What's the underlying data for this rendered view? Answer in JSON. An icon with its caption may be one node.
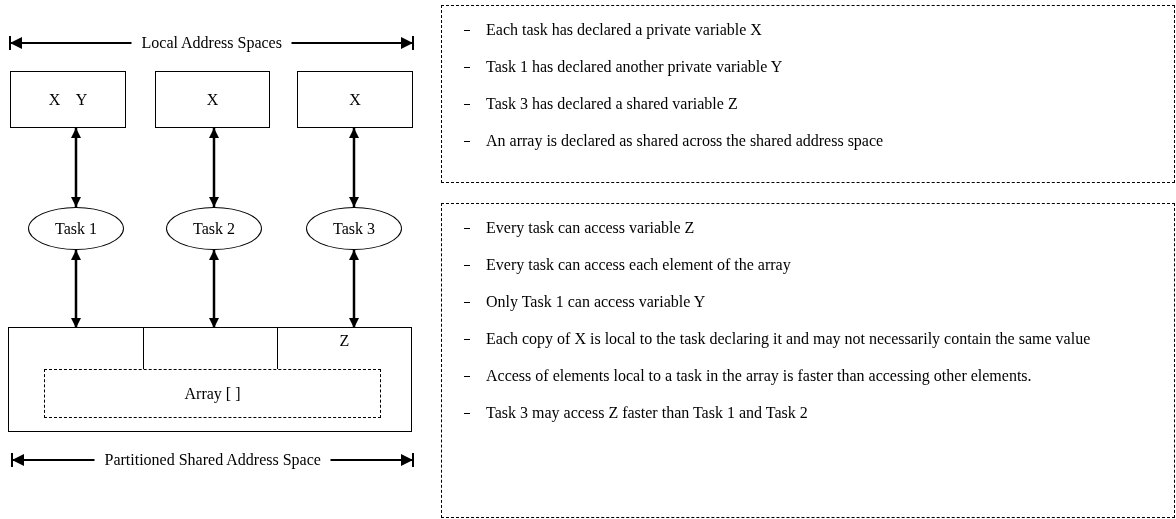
{
  "diagram": {
    "nodes": [
      {
        "text": [
          "X Y"
        ]
      },
      {
        "text": [
          "X"
        ]
      },
      {
        "text": [
          "X"
        ]
      },
      {
        "text": [
          "Task 1"
        ]
      },
      {
        "text": [
          "Task 2"
        ]
      },
      {
        "text": [
          "Task 3"
        ]
      },
      {
        "text": [],
        "shape": "box"
      },
      {
        "text": [],
        "shape": "box",
        "in": 6
      },
      {
        "text": [],
        "shape": "box",
        "in": 6
      },
      {
        "text": [
          "Z"
        ],
        "in": 6
      },
      {
        "text": [
          "Array [ ]"
        ],
        "in": 6
      },
      {
        "text": [
          "Each task has declared a private variable X",
          "Task 1 has  declared another private variable Y",
          "Task 3 has declared a shared variable Z",
          "An array is declared as shared across the shared address space"
        ]
      },
      {
        "text": [
          "Every task can access variable Z",
          "Every task can access each element of the array",
          "Only Task 1 can access variable Y",
          "Each copy of X is local to the task declaring it and may not necessarily contain the same value",
          "Access of elements local to a task in the array is faster than accessing other elements.",
          "Task 3 may access Z faster than Task 1 and Task 2"
        ]
      }
    ],
    "edges": [
      {
        "from": 0,
        "to": 3,
        "arrow": "both"
      },
      {
        "from": 1,
        "to": 4,
        "arrow": "both"
      },
      {
        "from": 2,
        "to": 5,
        "arrow": "both"
      },
      {
        "from": 3,
        "to": 7,
        "arrow": "both"
      },
      {
        "from": 4,
        "to": 8,
        "arrow": "both"
      },
      {
        "from": 5,
        "to": 9,
        "arrow": "both"
      }
    ],
    "labels": [
      "Local Address Spaces",
      "Partitioned Shared Address Space"
    ]
  }
}
